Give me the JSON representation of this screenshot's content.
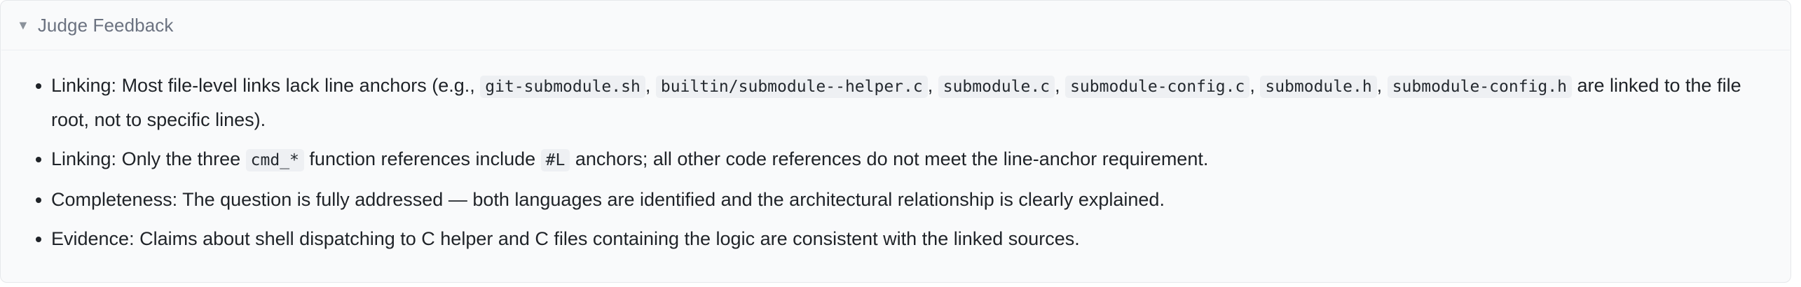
{
  "panel": {
    "caret_glyph": "▼",
    "title": "Judge Feedback"
  },
  "feedback": {
    "items": [
      {
        "prefix": "Linking: Most file-level links lack line anchors (e.g., ",
        "codes": [
          "git-submodule.sh",
          "builtin/submodule--helper.c",
          "submodule.c",
          "submodule-config.c",
          "submodule.h",
          "submodule-config.h"
        ],
        "separator": ", ",
        "suffix": " are linked to the file root, not to specific lines)."
      },
      {
        "t1": "Linking: Only the three ",
        "c1": "cmd_*",
        "t2": " function references include ",
        "c2": "#L",
        "t3": " anchors; all other code references do not meet the line-anchor requirement."
      },
      {
        "text": "Completeness: The question is fully addressed — both languages are identified and the architectural relationship is clearly explained."
      },
      {
        "text": "Evidence: Claims about shell dispatching to C helper and C files containing the logic are consistent with the linked sources."
      }
    ]
  },
  "colors": {
    "panel_bg": "#f9fafb",
    "header_text": "#6b7280",
    "body_text": "#1f2328",
    "code_bg": "#eef0f3"
  }
}
